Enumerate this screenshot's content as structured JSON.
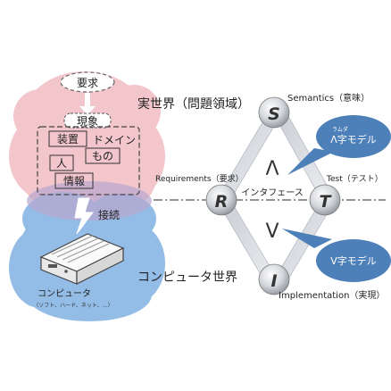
{
  "left": {
    "requirement_label": "要求",
    "phenomenon_label": "現象",
    "domain_label": "ドメイン",
    "device_label": "装置",
    "person_label": "人",
    "thing_label": "もの",
    "info_label": "情報",
    "connection_label": "接続",
    "computer_label": "コンピュータ",
    "computer_sublabel": "（ソフト、ハード、ネット、…）"
  },
  "worlds": {
    "real_world_label": "実世界（問題領域）",
    "computer_world_label": "コンピュータ世界"
  },
  "diamond": {
    "node_s": "S",
    "node_r": "R",
    "node_t": "T",
    "node_i": "I",
    "semantics_label": "Semantics（意味）",
    "requirements_label": "Requirements（要求）",
    "test_label": "Test（テスト）",
    "implementation_label": "Implementation（実現）",
    "interface_label": "インタフェース",
    "lambda_symbol": "Λ",
    "v_symbol": "V"
  },
  "callouts": {
    "lambda_ruby": "ラムダ",
    "lambda_model": "Λ字モデル",
    "v_model": "V字モデル"
  },
  "colors": {
    "real_world_cloud": "#f2c4c9",
    "computer_world_cloud": "#8ab8e6",
    "callout_fill": "#4d7fb8",
    "node_fill": "#c8ccd2"
  }
}
